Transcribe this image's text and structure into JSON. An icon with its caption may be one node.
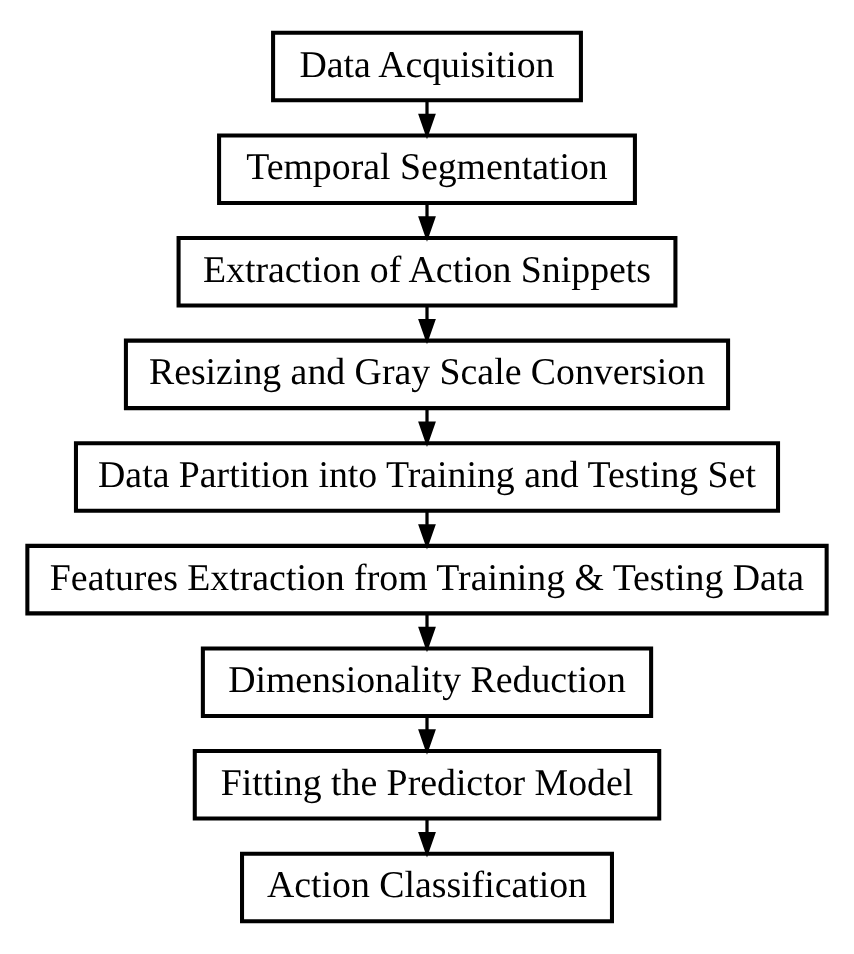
{
  "diagram": {
    "nodes": [
      {
        "text": [
          "Data Acquisition"
        ]
      },
      {
        "text": [
          "Temporal Segmentation"
        ]
      },
      {
        "text": [
          "Extraction of Action Snippets"
        ]
      },
      {
        "text": [
          "Resizing and Gray Scale Conversion"
        ]
      },
      {
        "text": [
          "Data Partition into Training and Testing Set"
        ]
      },
      {
        "text": [
          "Features Extraction from Training & Testing Data"
        ]
      },
      {
        "text": [
          "Dimensionality Reduction"
        ]
      },
      {
        "text": [
          "Fitting the Predictor Model"
        ]
      },
      {
        "text": [
          "Action Classification"
        ]
      }
    ],
    "edges": [
      {
        "from": 0,
        "to": 1,
        "arrow": "to"
      },
      {
        "from": 1,
        "to": 2,
        "arrow": "to"
      },
      {
        "from": 2,
        "to": 3,
        "arrow": "to"
      },
      {
        "from": 3,
        "to": 4,
        "arrow": "to"
      },
      {
        "from": 4,
        "to": 5,
        "arrow": "to"
      },
      {
        "from": 5,
        "to": 6,
        "arrow": "to"
      },
      {
        "from": 6,
        "to": 7,
        "arrow": "to"
      },
      {
        "from": 7,
        "to": 8,
        "arrow": "to"
      }
    ]
  }
}
